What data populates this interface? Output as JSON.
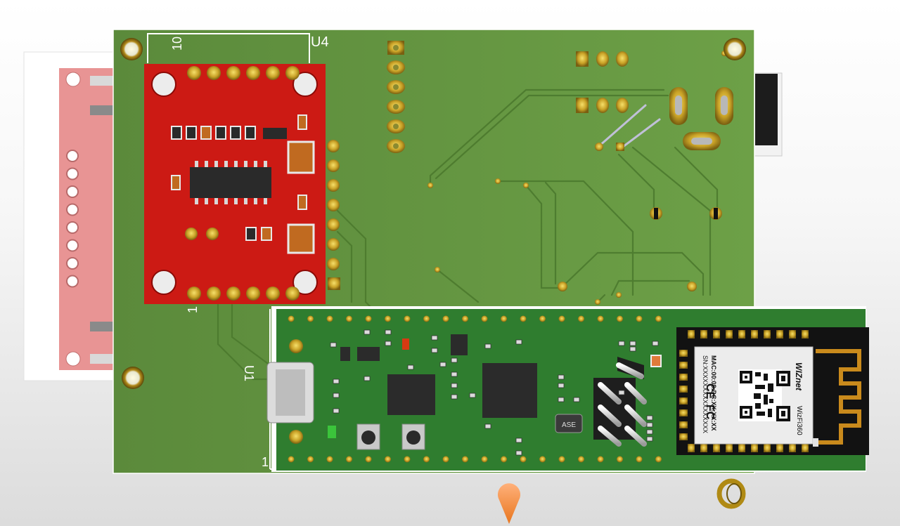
{
  "viewer": {
    "title": "PCB 3D view"
  },
  "labels": {
    "ref_u4": "U4",
    "pin_10": "10",
    "pin_1_sensor": "1",
    "ref_u1": "U1",
    "pin_1_pico": "1",
    "button_label": "ASE"
  },
  "wifi_module": {
    "brand": "WIZnet",
    "model": "WizFi360",
    "mac": "MAC:00:08:DC:XX:XX:XX",
    "sn": "SN:XXXXXXXXXXXXXXXX",
    "ce_mark": "CE",
    "fcc_mark": "FC"
  },
  "colors": {
    "pcb_green": "#5f8f3e",
    "sensor_red": "#cc1a14",
    "pico_green": "#2f7a2f",
    "connector_pink": "#e89090",
    "gold": "#c9a227"
  }
}
